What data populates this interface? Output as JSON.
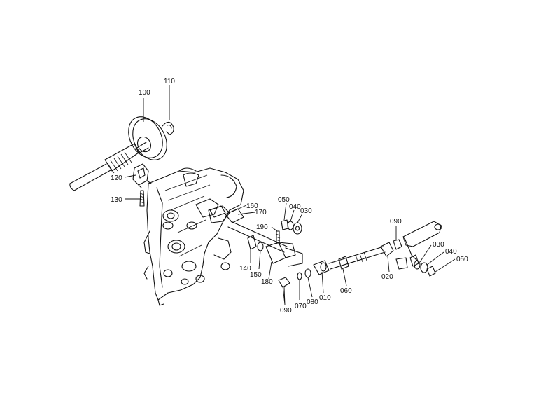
{
  "callouts": [
    {
      "key": "p100",
      "text": "100"
    },
    {
      "key": "p110",
      "text": "110"
    },
    {
      "key": "p120",
      "text": "120"
    },
    {
      "key": "p130",
      "text": "130"
    },
    {
      "key": "p160",
      "text": "160"
    },
    {
      "key": "p170",
      "text": "170"
    },
    {
      "key": "p190",
      "text": "190"
    },
    {
      "key": "p140",
      "text": "140"
    },
    {
      "key": "p150",
      "text": "150"
    },
    {
      "key": "p180",
      "text": "180"
    },
    {
      "key": "p050a",
      "text": "050"
    },
    {
      "key": "p040a",
      "text": "040"
    },
    {
      "key": "p030a",
      "text": "030"
    },
    {
      "key": "p090a",
      "text": "090"
    },
    {
      "key": "p070",
      "text": "070"
    },
    {
      "key": "p080",
      "text": "080"
    },
    {
      "key": "p010",
      "text": "010"
    },
    {
      "key": "p060",
      "text": "060"
    },
    {
      "key": "p020",
      "text": "020"
    },
    {
      "key": "p090b",
      "text": "090"
    },
    {
      "key": "p030b",
      "text": "030"
    },
    {
      "key": "p040b",
      "text": "040"
    },
    {
      "key": "p050b",
      "text": "050"
    }
  ]
}
